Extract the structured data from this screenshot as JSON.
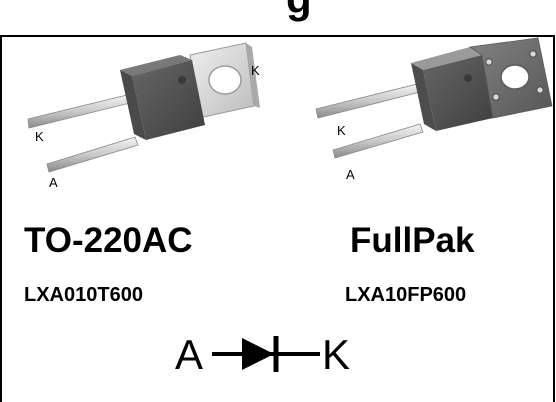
{
  "header": {
    "cut_off_glyph": "g"
  },
  "packages": [
    {
      "name": "TO-220AC",
      "part_number": "LXA010T600",
      "pin_labels": [
        "K",
        "K",
        "A"
      ]
    },
    {
      "name": "FullPak",
      "part_number": "LXA10FP600",
      "pin_labels": [
        "K",
        "A"
      ]
    }
  ],
  "symbol": {
    "anode_label": "A",
    "cathode_label": "K"
  }
}
